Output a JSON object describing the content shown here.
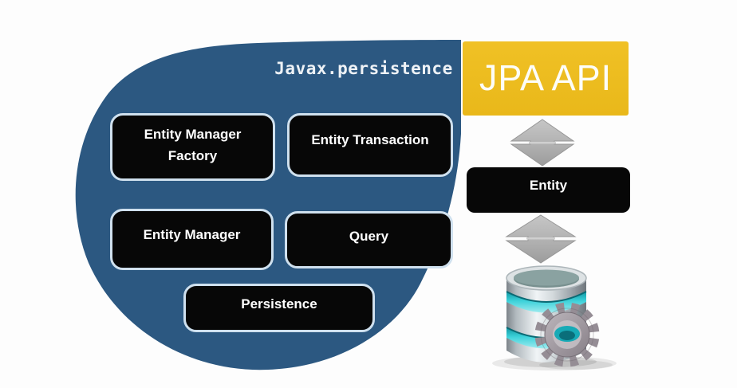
{
  "background": "#fdfdfd",
  "persistence_group": {
    "title": "Javax.persistence",
    "shape_fill": "#2c5881",
    "box_style": {
      "fill": "#070707",
      "border": "#cfe0ee",
      "text": "#ffffff"
    },
    "boxes": {
      "entity_manager_factory": {
        "line1": "Entity Manager",
        "line2": "Factory"
      },
      "entity_transaction": {
        "label": "Entity Transaction"
      },
      "entity_manager": {
        "label": "Entity Manager"
      },
      "query": {
        "label": "Query"
      },
      "persistence": {
        "label": "Persistence"
      }
    }
  },
  "jpa_api": {
    "label": "JPA API",
    "fill": "#eebd1e",
    "text": "#fdfdf8"
  },
  "entity": {
    "label": "Entity",
    "fill": "#070707",
    "text": "#ffffff"
  },
  "connectors": {
    "jpa_to_entity": "up-down-arrow",
    "entity_to_database": "up-down-arrow",
    "arrow_fill": "#b3b3b3"
  },
  "database": {
    "icon": "database-cylinder-with-gear",
    "band_color": "#2fc9d2",
    "body_color": "#d6dbde",
    "gear_color": "#988f98"
  }
}
